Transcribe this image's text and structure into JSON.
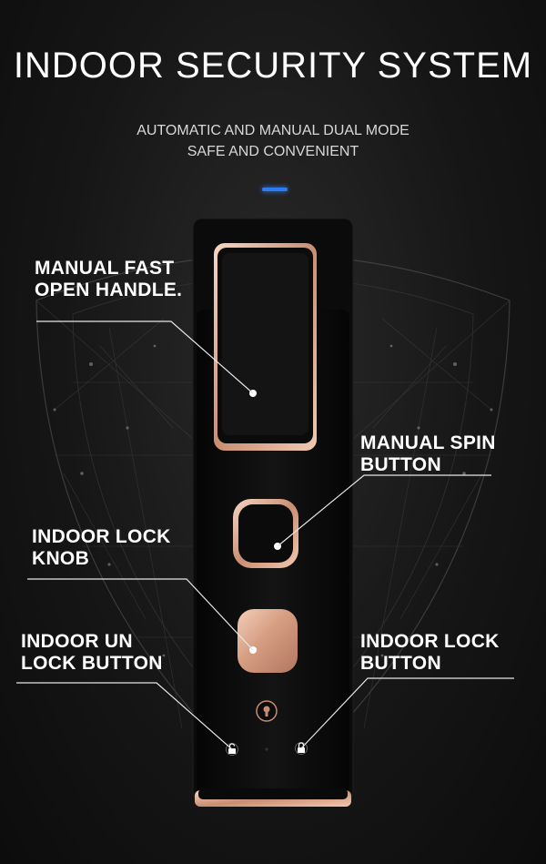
{
  "header": {
    "title": "INDOOR SECURITY SYSTEM",
    "subtitle_line1": "AUTOMATIC AND MANUAL DUAL MODE",
    "subtitle_line2": "SAFE AND CONVENIENT"
  },
  "callouts": {
    "handle": {
      "line1": "MANUAL FAST",
      "line2": "OPEN HANDLE."
    },
    "spin": {
      "line1": "MANUAL SPIN",
      "line2": "BUTTON"
    },
    "knob": {
      "line1": "INDOOR LOCK",
      "line2": "KNOB"
    },
    "unlock": {
      "line1": "INDOOR UN",
      "line2": "LOCK BUTTON"
    },
    "lock": {
      "line1": "INDOOR LOCK",
      "line2": "BUTTON"
    }
  },
  "colors": {
    "background": "#161616",
    "rose_gold": "#e2b49a",
    "indicator_blue": "#2f7cf2",
    "panel": "#0a0a0a"
  },
  "icons": {
    "unlock_button": "unlock-padlock-icon",
    "lock_button": "padlock-icon",
    "keyhole": "keyhole-icon"
  }
}
